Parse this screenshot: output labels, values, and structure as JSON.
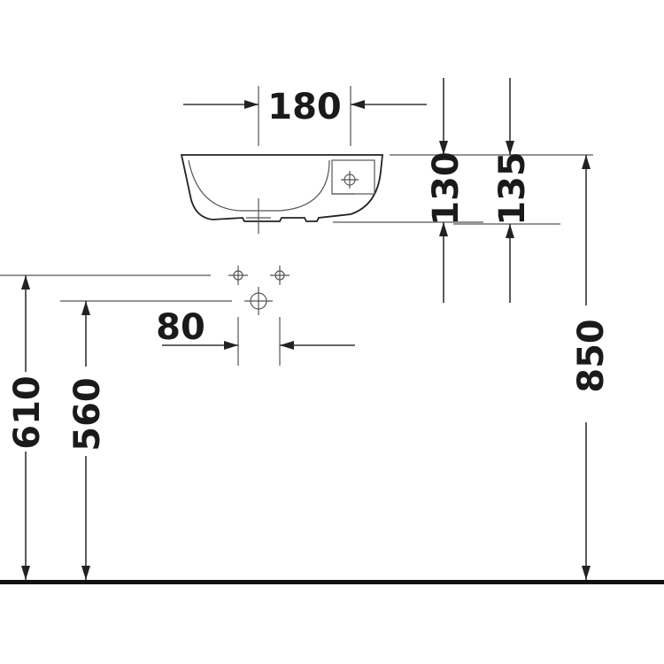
{
  "dimensions": {
    "top_width": "180",
    "basin_depth_a": "130",
    "basin_depth_b": "135",
    "tap_spacing": "80",
    "floor_to_supply": "610",
    "floor_to_waste": "560",
    "floor_to_rim": "850"
  }
}
